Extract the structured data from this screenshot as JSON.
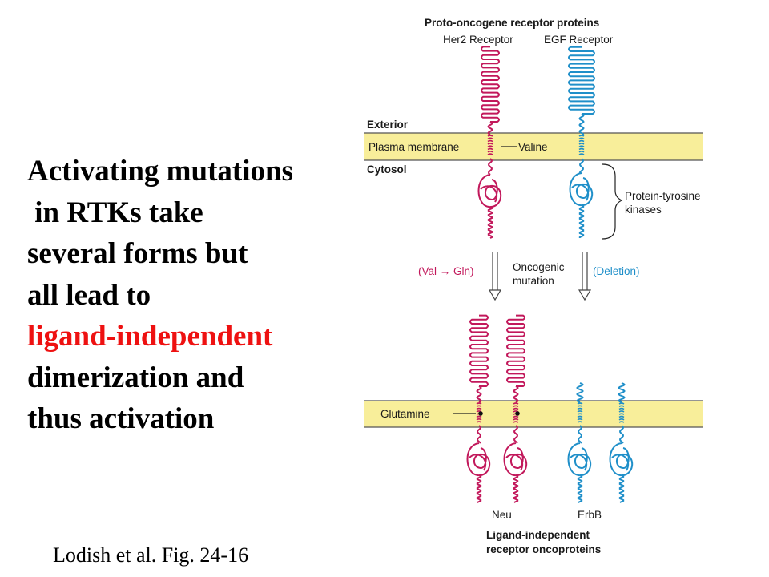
{
  "slide": {
    "text_lines": [
      "Activating mutations",
      " in RTKs take",
      "several forms but",
      "all lead to",
      "ligand-independent",
      "dimerization and",
      "thus activation"
    ],
    "citation": "Lodish et al. Fig. 24-16"
  },
  "figure": {
    "title": "Proto-oncogene receptor proteins",
    "her2_label": "Her2 Receptor",
    "egf_label": "EGF Receptor",
    "exterior": "Exterior",
    "plasma_membrane": "Plasma membrane",
    "valine": "Valine",
    "cytosol": "Cytosol",
    "kinases_line1": "Protein-tyrosine",
    "kinases_line2": "kinases",
    "val_gln": "(Val → Gln)",
    "oncogenic_line1": "Oncogenic",
    "oncogenic_line2": "mutation",
    "deletion": "(Deletion)",
    "glutamine": "Glutamine",
    "neu": "Neu",
    "erbb": "ErbB",
    "bottom_line1": "Ligand-independent",
    "bottom_line2": "receptor oncoproteins"
  },
  "colors": {
    "membrane": "#f8ee9a",
    "her2": "#c2185b",
    "egf": "#1f8fc9",
    "highlight": "#ee1111"
  }
}
